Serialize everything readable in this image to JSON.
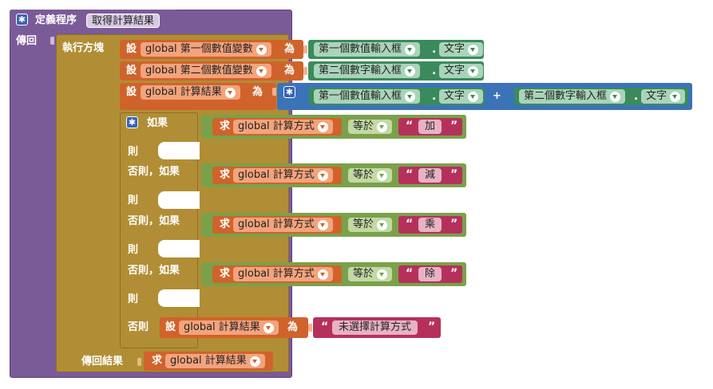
{
  "procedure": {
    "header_label": "定義程序",
    "name": "取得計算結果",
    "return_label": "傳回",
    "do_label": "執行方塊",
    "return_result_label": "傳回結果"
  },
  "set_blocks": [
    {
      "set": "設",
      "var": "global 第一個數值變數",
      "to": "為",
      "component": "第一個數值輸入框",
      "prop": "文字"
    },
    {
      "set": "設",
      "var": "global 第二個數值變數",
      "to": "為",
      "component": "第二個數字輸入框",
      "prop": "文字"
    }
  ],
  "set_result": {
    "set": "設",
    "var": "global 計算結果",
    "to": "為",
    "left_component": "第一個數值輸入框",
    "left_prop": "文字",
    "op": "+",
    "right_component": "第二個數字輸入框",
    "right_prop": "文字"
  },
  "if_block": {
    "if_label": "如果",
    "then_label": "則",
    "else_if_label": "否則，如果",
    "else_label": "否則",
    "get": "求",
    "var": "global 計算方式",
    "compare": "等於",
    "conditions": [
      "加",
      "減",
      "乘",
      "除"
    ],
    "else_set": "設",
    "else_var": "global 計算結果",
    "else_to": "為",
    "else_text": "未選擇計算方式"
  },
  "return_get": {
    "get": "求",
    "var": "global 計算結果"
  },
  "colors": {
    "procedure": "#7b5a98",
    "control": "#b18e35",
    "variable": "#d0632b",
    "component": "#3b8a5c",
    "logic": "#7aa14a",
    "text": "#b5315b",
    "math": "#3b73b9"
  }
}
